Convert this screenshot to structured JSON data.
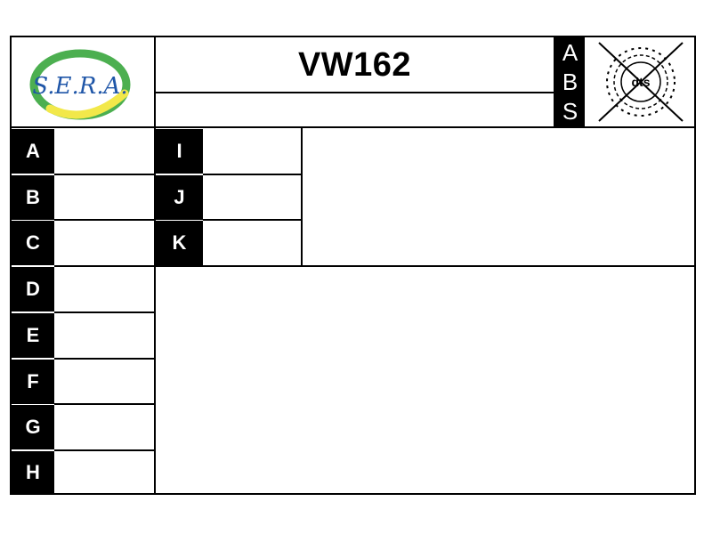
{
  "header": {
    "logo_text": "S.E.R.A.",
    "part_code": "VW162",
    "abs_letters": [
      "A",
      "B",
      "S"
    ],
    "dts_label": "dts"
  },
  "left_labels": [
    "A",
    "B",
    "C",
    "D",
    "E",
    "F",
    "G",
    "H"
  ],
  "mid_labels": [
    "I",
    "J",
    "K"
  ],
  "colors": {
    "logo_green": "#4caf50",
    "logo_yellow": "#f2e84a",
    "logo_blue": "#1f56a8"
  }
}
